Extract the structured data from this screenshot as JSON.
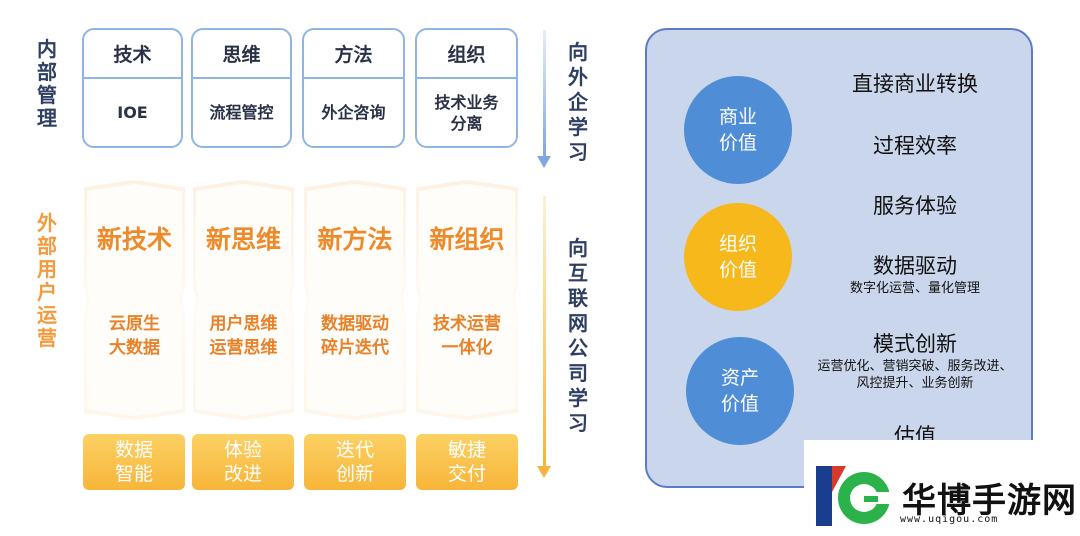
{
  "left": {
    "internal_label": [
      "内",
      "部",
      "管",
      "理"
    ],
    "external_label": [
      "外",
      "部",
      "用",
      "户",
      "运",
      "营"
    ],
    "learn_foreign_label": [
      "向",
      "外",
      "企",
      "学",
      "习"
    ],
    "learn_internet_label": [
      "向",
      "互",
      "联",
      "网",
      "公",
      "司",
      "学",
      "习"
    ],
    "top_boxes": [
      {
        "title": "技术",
        "detail": "IOE"
      },
      {
        "title": "思维",
        "detail": "流程管控"
      },
      {
        "title": "方法",
        "detail": "外企咨询"
      },
      {
        "title": "组织",
        "detail": "技术业务分离"
      }
    ],
    "hexes": [
      {
        "title": "新技术",
        "line1": "云原生",
        "line2": "大数据"
      },
      {
        "title": "新思维",
        "line1": "用户思维",
        "line2": "运营思维"
      },
      {
        "title": "新方法",
        "line1": "数据驱动",
        "line2": "碎片迭代"
      },
      {
        "title": "新组织",
        "line1": "技术运营",
        "line2": "一体化"
      }
    ],
    "bottom_boxes": [
      {
        "line1": "数据",
        "line2": "智能"
      },
      {
        "line1": "体验",
        "line2": "改进"
      },
      {
        "line1": "迭代",
        "line2": "创新"
      },
      {
        "line1": "敏捷",
        "line2": "交付"
      }
    ]
  },
  "right": {
    "circles": [
      {
        "line1": "商业",
        "line2": "价值",
        "color": "#4f8dd6"
      },
      {
        "line1": "组织",
        "line2": "价值",
        "color": "#f7b81c"
      },
      {
        "line1": "资产",
        "line2": "价值",
        "color": "#4f8dd6"
      }
    ],
    "items": [
      {
        "main": "直接商业转换"
      },
      {
        "main": "过程效率"
      },
      {
        "main": "服务体验"
      },
      {
        "main": "数据驱动",
        "sub1": "数字化运营、量化管理"
      },
      {
        "main": "模式创新",
        "sub1": "运营优化、营销突破、服务改进、",
        "sub2": "风控提升、业务创新"
      },
      {
        "main": "估值"
      }
    ],
    "panel_bg": "#c9d6ec",
    "panel_border": "#5b7cc4"
  },
  "watermark": {
    "text": "华博手游网",
    "url": "www.uqigou.com"
  }
}
